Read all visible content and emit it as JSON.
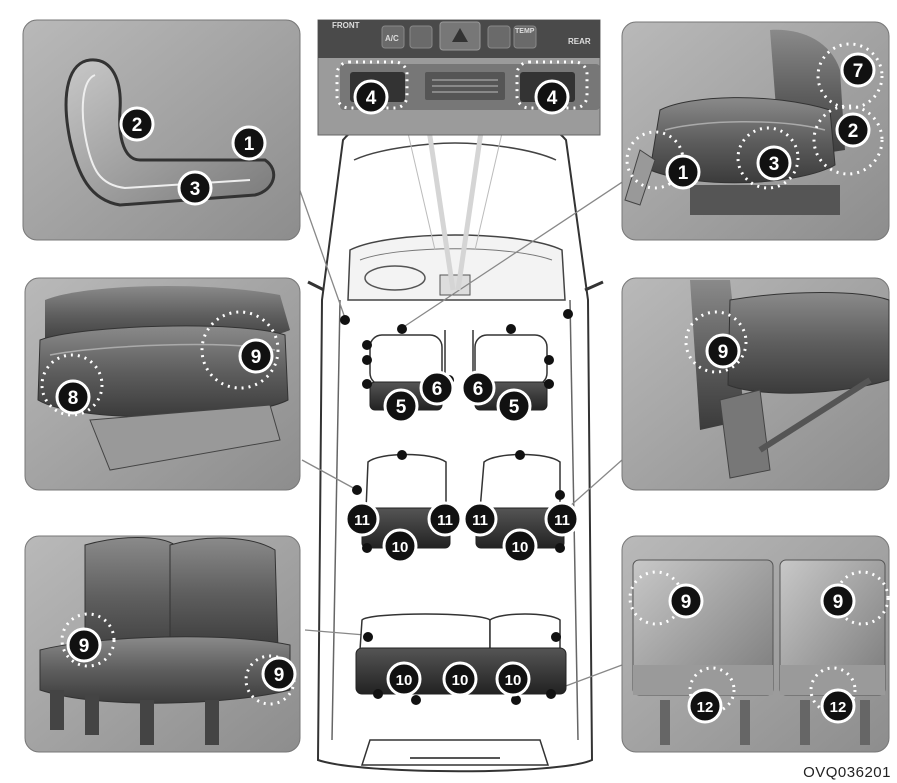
{
  "figure": {
    "code": "OVQ036201",
    "panels": {
      "driver_seat_closeup": {
        "callouts": [
          "1",
          "2",
          "3"
        ]
      },
      "climate_panel": {
        "buttons": [
          "FRONT",
          "A/C",
          "TEMP",
          "REAR"
        ],
        "callouts": [
          "4",
          "4"
        ]
      },
      "power_seat": {
        "callouts": [
          "1",
          "2",
          "3",
          "7"
        ]
      },
      "second_row_seat": {
        "callouts": [
          "8",
          "9"
        ]
      },
      "seat_side": {
        "callouts": [
          "9"
        ]
      },
      "rear_bench": {
        "callouts": [
          "9",
          "9"
        ]
      },
      "seat_back": {
        "callouts": [
          "9",
          "9",
          "12",
          "12"
        ]
      }
    },
    "vehicle_layout": {
      "callouts": [
        "6",
        "6",
        "5",
        "5",
        "11",
        "11",
        "11",
        "11",
        "10",
        "10",
        "10",
        "10",
        "10"
      ]
    }
  }
}
